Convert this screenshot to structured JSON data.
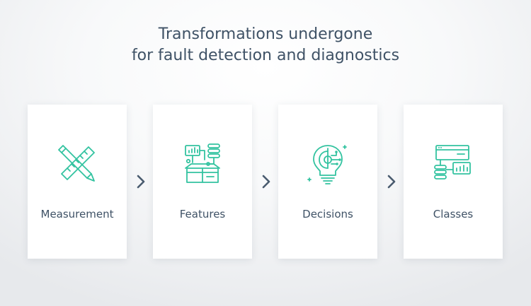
{
  "title": {
    "line1": "Transformations undergone",
    "line2": "for fault detection and diagnostics"
  },
  "steps": [
    {
      "label": "Measurement",
      "icon": "ruler-pencil-icon"
    },
    {
      "label": "Features",
      "icon": "chart-box-icon"
    },
    {
      "label": "Decisions",
      "icon": "lightbulb-circuit-icon"
    },
    {
      "label": "Classes",
      "icon": "dashboard-chart-icon"
    }
  ],
  "colors": {
    "icon": "#33c3a0",
    "text": "#3f5266",
    "arrow": "#4a5c6f"
  }
}
